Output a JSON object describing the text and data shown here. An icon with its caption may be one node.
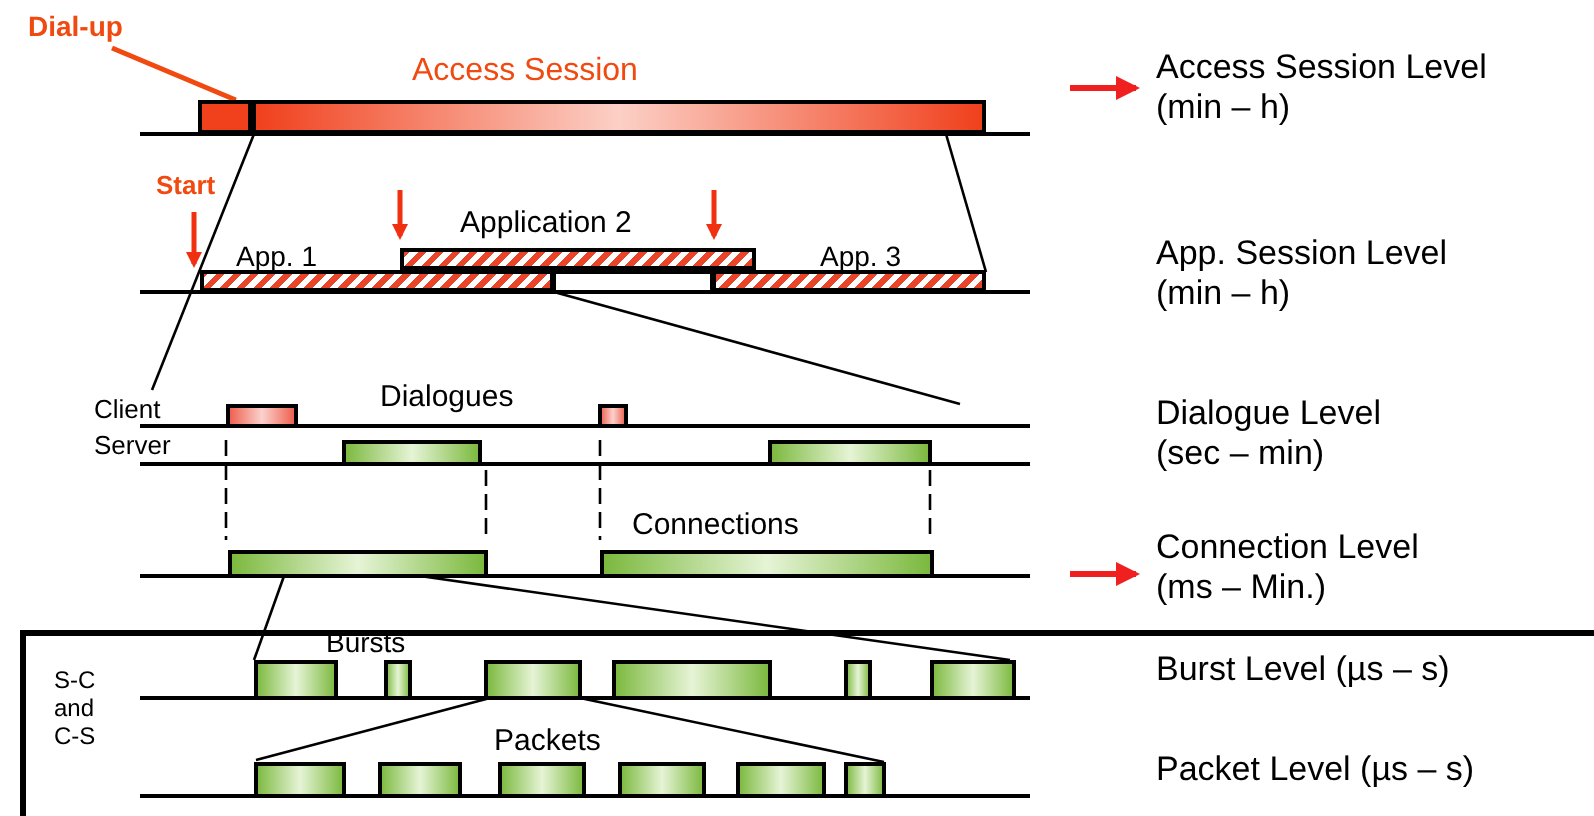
{
  "diagram": {
    "nodes": [
      {
        "text": [
          "Dial-up"
        ]
      },
      {
        "text": [],
        "shape": "bar"
      },
      {
        "text": [
          "Access Session"
        ]
      },
      {
        "text": [
          "App. 1"
        ]
      },
      {
        "text": [
          "Application 2"
        ]
      },
      {
        "text": [
          "App. 3"
        ]
      }
    ],
    "edges": [
      {
        "from": 0,
        "to": 1,
        "arrow": "none"
      }
    ],
    "labels": [
      "Access Session Level (min – h)",
      "Start",
      "App. Session Level (min – h)",
      "Client",
      "Dialogues",
      "Server",
      "Dialogue Level (sec – min)",
      "Connections",
      "Connection Level (ms – Min.)",
      "Bursts",
      "S-C and C-S",
      "Burst Level (µs – s)",
      "Packets",
      "Packet Level (µs – s)"
    ]
  }
}
